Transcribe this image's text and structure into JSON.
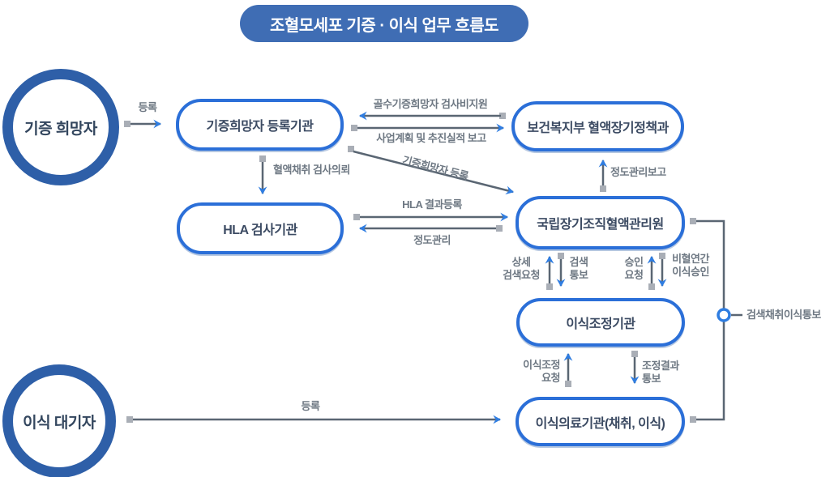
{
  "title": "조혈모세포 기증 · 이식 업무 흐름도",
  "actors": {
    "donor": "기증 희망자",
    "recipient": "이식 대기자"
  },
  "nodes": {
    "registry": "기증희망자 등록기관",
    "ministry": "보건복지부 혈액장기정책과",
    "hla": "HLA 검사기관",
    "konos": "국립장기조직혈액관리원",
    "coordination": "이식조정기관",
    "hospital": "이식의료기관(채취, 이식)"
  },
  "labels": {
    "donor_register": "등록",
    "exam_cost_support": "골수기증희망자 검사비지원",
    "business_report": "사업계획 및 추진실적 보고",
    "blood_sample_request": "혈액채취 검사의뢰",
    "donor_registration": "기증희망자 등록",
    "quality_mgmt_report": "정도관리보고",
    "hla_result_register": "HLA 결과등록",
    "quality_mgmt": "정도관리",
    "detail_search_request": "상세\n검색요청",
    "search_notify": "검색\n통보",
    "approval_request": "승인\n요청",
    "unrelated_approval": "비혈연간\n이식승인",
    "transplant_coord_request": "이식조정\n요청",
    "coord_result_notify": "조정결과\n통보",
    "recipient_register": "등록",
    "search_collect_notify": "검색채취이식통보"
  },
  "colors": {
    "title_bg": "#3f6db4",
    "box_border": "#2b6fd8",
    "circle_border": "#2e5fa8",
    "node_text": "#3c4b63",
    "arrow_line": "#5a6673",
    "arrow_head": "#2f7de1",
    "arrow_tail": "#a9aeb6",
    "label_text": "#6e7883"
  }
}
